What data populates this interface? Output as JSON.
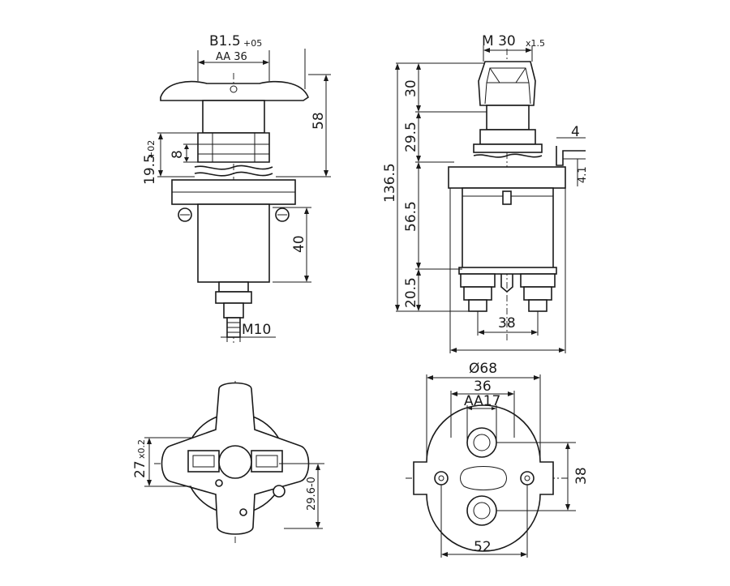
{
  "dimensions": {
    "side_view": {
      "b_label": "B1.5",
      "b_tol": "+05",
      "aa_label": "AA 36",
      "height_58": "58",
      "height_19_5": "19.5",
      "tol_19_5": "+02",
      "height_8": "8",
      "height_40": "40",
      "thread": "M10"
    },
    "front_view": {
      "thread_label": "M 30",
      "thread_pitch": "x1.5",
      "h30": "30",
      "h29_5": "29.5",
      "h136_5": "136.5",
      "h56_5": "56.5",
      "h20_5": "20.5",
      "w4": "4",
      "h4_1": "4.1",
      "w38": "38"
    },
    "top_view": {
      "h27": "27",
      "tol_27": "x0.2",
      "h29_6": "29.6-0"
    },
    "bottom_view": {
      "dia68": "Ø68",
      "w36": "36",
      "aa17": "AA17",
      "h38": "38",
      "w52": "52"
    }
  }
}
